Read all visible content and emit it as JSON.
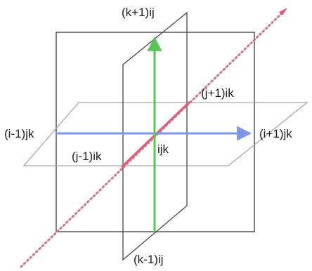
{
  "labels": {
    "top": "(k+1)ij",
    "bottom": "(k-1)ij",
    "left": "(i-1)jk",
    "right": "(i+1)jk",
    "upper_diag": "(j+1)ik",
    "lower_diag": "(j-1)ik",
    "center": "ijk"
  },
  "colors": {
    "frame": "#3a3a3a",
    "plane": "#a8a8a8",
    "vertical_plane": "#444444",
    "k_axis": "#5cc45a",
    "i_axis": "#7e95e6",
    "j_axis": "#d9607f",
    "j_axis_dotted": "#c97a8a"
  }
}
